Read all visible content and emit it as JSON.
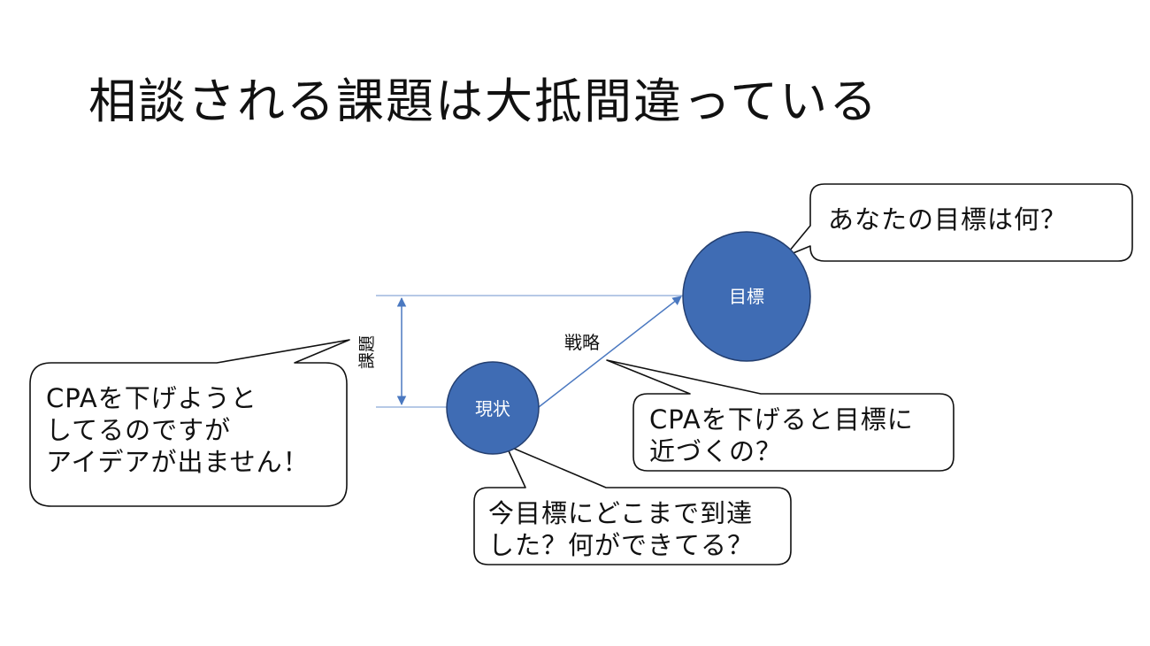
{
  "slide": {
    "title": "相談される課題は大抵間違っている"
  },
  "diagram": {
    "nodes": {
      "current": {
        "label": "現状"
      },
      "goal": {
        "label": "目標"
      }
    },
    "gap_label": "課題",
    "strategy_label": "戦略",
    "callouts": {
      "client": {
        "lines": [
          "CPAを下げようと",
          "してるのですが",
          "アイデアが出ません！"
        ]
      },
      "goal_question": {
        "lines": [
          "あなたの目標は何？"
        ]
      },
      "strategy_question": {
        "lines": [
          "CPAを下げると目標に",
          "近づくの？"
        ]
      },
      "current_question": {
        "lines": [
          "今目標にどこまで到達",
          "した？何ができてる？"
        ]
      }
    },
    "colors": {
      "node_fill": "#3f6cb4",
      "node_stroke": "#243f70",
      "guide_line": "#9db7de",
      "arrow": "#4a78c0",
      "callout_stroke": "#111111"
    }
  }
}
